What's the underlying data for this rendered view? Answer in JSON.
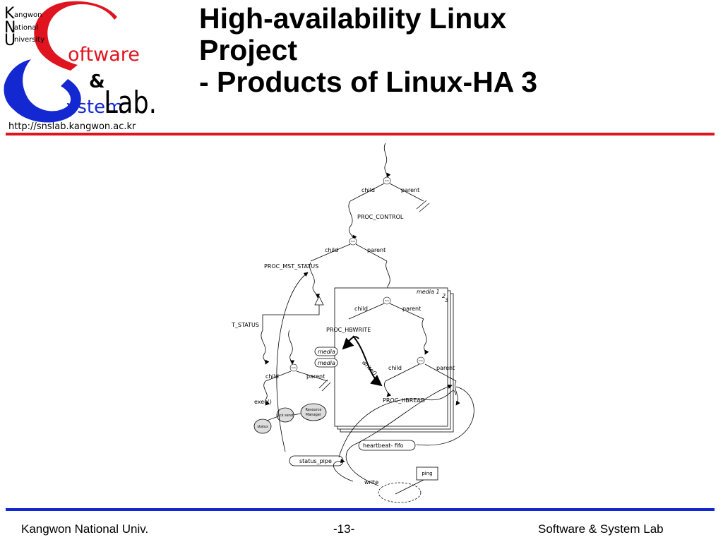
{
  "logo": {
    "k_initial": "K",
    "k_rest": "angwon",
    "n_initial": "N",
    "n_rest": "ational",
    "u_initial": "U",
    "u_rest": "niversity",
    "word_software": "oftware",
    "ampersand": "&",
    "word_system": "ystem",
    "word_lab": "Lab.",
    "url": "http://snslab.kangwon.ac.kr",
    "colors": {
      "red": "#e0141e",
      "blue": "#1428d2"
    }
  },
  "title": {
    "line1": "High-availability Linux",
    "line2": "Project",
    "line3": "- Products of Linux-HA 3"
  },
  "diagram": {
    "fork_labels": [
      "fork",
      "fork",
      "fork",
      "fork",
      "fork"
    ],
    "child": "child",
    "parent": "parent",
    "proc_control": "PROC_CONTROL",
    "proc_mst_status": "PROC_MST_STATUS",
    "t_status": "T_STATUS",
    "proc_hbwrite": "PROC_HBWRITE",
    "proc_hbread": "PROC_HBREAD",
    "media_stack": [
      "media 1",
      "2",
      "3"
    ],
    "media_box1": "media",
    "media_box2": "media",
    "write_arrow": "write()",
    "exec": "exec()",
    "node_status": "status",
    "node_ack": "ack\nsend",
    "node_resource_1": "Resource",
    "node_resource_2": "Manager",
    "heartbeat_fifo": "heartbeat- fifo",
    "status_pipe": "status_pipe",
    "ping": "ping",
    "write": "write"
  },
  "footer": {
    "left": "Kangwon National Univ.",
    "center": "-13-",
    "right": "Software & System Lab"
  }
}
